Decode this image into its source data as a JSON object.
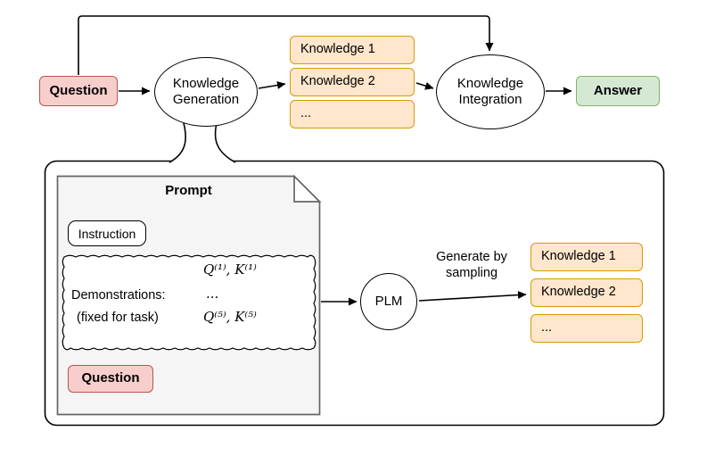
{
  "colors": {
    "pink_fill": "#f8cecc",
    "pink_border": "#b85450",
    "green_fill": "#d5e8d4",
    "green_border": "#82b366",
    "orange_fill": "#ffe6cc",
    "orange_border": "#d79b00",
    "doc_fill": "#f5f5f5",
    "doc_border": "#666666"
  },
  "top_flow": {
    "question": "Question",
    "knowledge_generation": "Knowledge Generation",
    "knowledge_items": [
      "Knowledge 1",
      "Knowledge 2",
      "..."
    ],
    "knowledge_integration": "Knowledge Integration",
    "answer": "Answer"
  },
  "generation_detail": {
    "prompt_title": "Prompt",
    "instruction": "Instruction",
    "demonstrations": {
      "qk_first": "Q⁽¹⁾, K⁽¹⁾",
      "label": "Demonstrations:",
      "ellipsis": "...",
      "note": "(fixed for task)",
      "qk_last": "Q⁽⁵⁾, K⁽⁵⁾"
    },
    "question": "Question",
    "plm": "PLM",
    "sampling_label": "Generate by\nsampling",
    "knowledge_items": [
      "Knowledge 1",
      "Knowledge 2",
      "..."
    ]
  }
}
